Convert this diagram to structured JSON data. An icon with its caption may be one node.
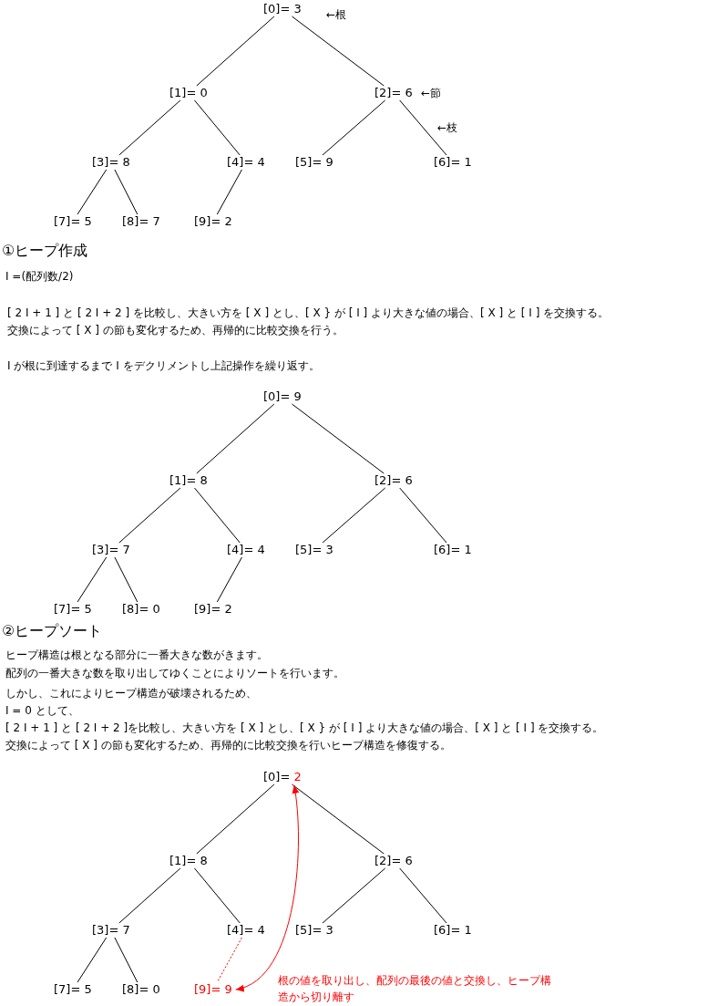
{
  "diagram": {
    "nodes": [
      {
        "text": [
          "[0]= 3"
        ]
      },
      {
        "text": [
          "[1]= 0"
        ]
      },
      {
        "text": [
          "[2]= 6"
        ]
      },
      {
        "text": [
          "[3]= 8"
        ]
      },
      {
        "text": [
          "[4]= 4"
        ]
      },
      {
        "text": [
          "[5]= 9"
        ]
      },
      {
        "text": [
          "[6]= 1"
        ]
      },
      {
        "text": [
          "[7]= 5"
        ]
      },
      {
        "text": [
          "[8]= 7"
        ]
      },
      {
        "text": [
          "[9]= 2"
        ]
      },
      {
        "text": [
          "[0]= 9"
        ]
      },
      {
        "text": [
          "[1]= 8"
        ]
      },
      {
        "text": [
          "[2]= 6"
        ]
      },
      {
        "text": [
          "[3]= 7"
        ]
      },
      {
        "text": [
          "[4]= 4"
        ]
      },
      {
        "text": [
          "[5]= 3"
        ]
      },
      {
        "text": [
          "[6]= 1"
        ]
      },
      {
        "text": [
          "[7]= 5"
        ]
      },
      {
        "text": [
          "[8]= 0"
        ]
      },
      {
        "text": [
          "[9]= 2"
        ]
      },
      {
        "text": [
          "[0]= 2"
        ]
      },
      {
        "text": [
          "[1]= 8"
        ]
      },
      {
        "text": [
          "[2]= 6"
        ]
      },
      {
        "text": [
          "[3]= 7"
        ]
      },
      {
        "text": [
          "[4]= 4"
        ]
      },
      {
        "text": [
          "[5]= 3"
        ]
      },
      {
        "text": [
          "[6]= 1"
        ]
      },
      {
        "text": [
          "[7]= 5"
        ]
      },
      {
        "text": [
          "[8]= 0"
        ]
      },
      {
        "text": [
          "[9]= 9"
        ]
      }
    ],
    "edges": [
      {
        "from": 0,
        "to": 1,
        "arrow": "none"
      },
      {
        "from": 0,
        "to": 2,
        "arrow": "none"
      },
      {
        "from": 1,
        "to": 3,
        "arrow": "none"
      },
      {
        "from": 1,
        "to": 4,
        "arrow": "none"
      },
      {
        "from": 2,
        "to": 5,
        "arrow": "none"
      },
      {
        "from": 2,
        "to": 6,
        "arrow": "none"
      },
      {
        "from": 3,
        "to": 7,
        "arrow": "none"
      },
      {
        "from": 3,
        "to": 8,
        "arrow": "none"
      },
      {
        "from": 4,
        "to": 9,
        "arrow": "none"
      },
      {
        "from": 10,
        "to": 11,
        "arrow": "none"
      },
      {
        "from": 10,
        "to": 12,
        "arrow": "none"
      },
      {
        "from": 11,
        "to": 13,
        "arrow": "none"
      },
      {
        "from": 11,
        "to": 14,
        "arrow": "none"
      },
      {
        "from": 12,
        "to": 15,
        "arrow": "none"
      },
      {
        "from": 12,
        "to": 16,
        "arrow": "none"
      },
      {
        "from": 13,
        "to": 17,
        "arrow": "none"
      },
      {
        "from": 13,
        "to": 18,
        "arrow": "none"
      },
      {
        "from": 14,
        "to": 19,
        "arrow": "none"
      },
      {
        "from": 20,
        "to": 21,
        "arrow": "none"
      },
      {
        "from": 20,
        "to": 22,
        "arrow": "none"
      },
      {
        "from": 21,
        "to": 23,
        "arrow": "none"
      },
      {
        "from": 21,
        "to": 24,
        "arrow": "none"
      },
      {
        "from": 22,
        "to": 25,
        "arrow": "none"
      },
      {
        "from": 22,
        "to": 26,
        "arrow": "none"
      },
      {
        "from": 23,
        "to": 27,
        "arrow": "none"
      },
      {
        "from": 23,
        "to": 28,
        "arrow": "none"
      },
      {
        "from": 24,
        "to": 29,
        "arrow": "none",
        "style": "dashed",
        "color": "#ff0000"
      },
      {
        "from": 29,
        "to": 20,
        "arrow": "both",
        "color": "#ff0000"
      }
    ],
    "labels": [
      "←根",
      "←節",
      "←枝",
      "①ヒープ作成",
      "I =(配列数/2)",
      "[ 2 I + 1 ] と [ 2 I + 2 ] を比較し、大きい方を [ X ] とし、[ X } が [ I ] より大きな値の場合、[ X ] と [ I ] を交換する。",
      "交換によって [ X ] の節も変化するため、再帰的に比較交換を行う。",
      "I が根に到達するまで I をデクリメントし上記操作を繰り返す。",
      "②ヒープソート",
      "ヒープ構造は根となる部分に一番大きな数がきます。",
      "配列の一番大きな数を取り出してゆくことによりソートを行います。",
      "しかし、これによりヒープ構造が破壊されるため、",
      "I = 0 として、",
      "[ 2 I + 1 ] と [ 2 I + 2 ]を比較し、大きい方を [ X ] とし、[ X } が [ I ] より大きな値の場合、[ X ] と [ I ] を交換する。",
      "交換によって [ X ] の節も変化するため、再帰的に比較交換を行いヒープ構造を修復する。",
      "根の値を取り出し、配列の最後の値と交換し、ヒープ構造から切り離す"
    ]
  }
}
